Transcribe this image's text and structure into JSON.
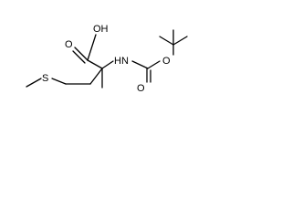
{
  "molecule": {
    "atoms": {
      "oh_acid": "OH",
      "o_acid": "O",
      "n_amide": "N",
      "h_amide": "H",
      "o_ester": "O",
      "o_carbonyl": "O",
      "s_thioether": "S"
    }
  }
}
